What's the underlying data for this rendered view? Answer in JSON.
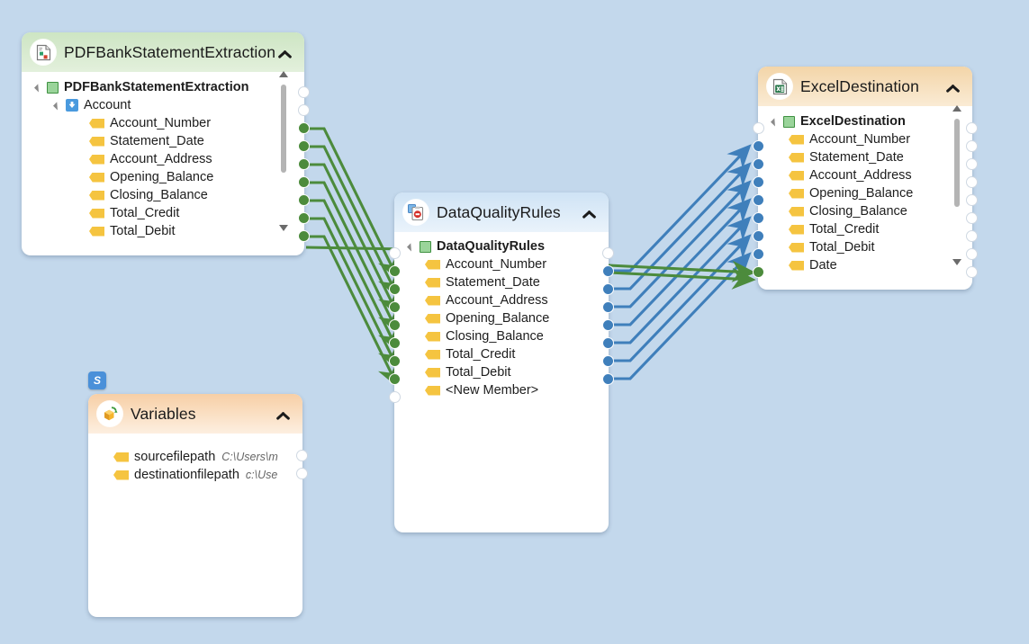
{
  "canvas": {
    "background": "#c3d8ec"
  },
  "nodes": {
    "pdf": {
      "title": "PDFBankStatementExtraction",
      "icon": "pdf-document-icon",
      "header_color": "#cfe6c6",
      "root": "PDFBankStatementExtraction",
      "group": "Account",
      "fields": [
        "Account_Number",
        "Statement_Date",
        "Account_Address",
        "Opening_Balance",
        "Closing_Balance",
        "Total_Credit",
        "Total_Debit"
      ]
    },
    "rules": {
      "title": "DataQualityRules",
      "icon": "data-quality-rules-icon",
      "header_color": "#d8e8f6",
      "root": "DataQualityRules",
      "fields": [
        "Account_Number",
        "Statement_Date",
        "Account_Address",
        "Opening_Balance",
        "Closing_Balance",
        "Total_Credit",
        "Total_Debit",
        "<New Member>"
      ]
    },
    "excel": {
      "title": "ExcelDestination",
      "icon": "excel-document-icon",
      "header_color": "#f5dcb4",
      "root": "ExcelDestination",
      "fields": [
        "Account_Number",
        "Statement_Date",
        "Account_Address",
        "Opening_Balance",
        "Closing_Balance",
        "Total_Credit",
        "Total_Debit",
        "Date"
      ]
    },
    "variables": {
      "title": "Variables",
      "icon": "variables-cube-icon",
      "header_color": "#f8d4b0",
      "badge": "S",
      "items": [
        {
          "name": "sourcefilepath",
          "value": "C:\\Users\\m"
        },
        {
          "name": "destinationfilepath",
          "value": "c:\\Use"
        }
      ]
    }
  },
  "colors": {
    "wire_green": "#4c8b3c",
    "wire_blue": "#3f7fbb",
    "port_green": "#4c8b3c",
    "port_blue": "#3f7fbb",
    "tag_yellow": "#f5c440"
  }
}
